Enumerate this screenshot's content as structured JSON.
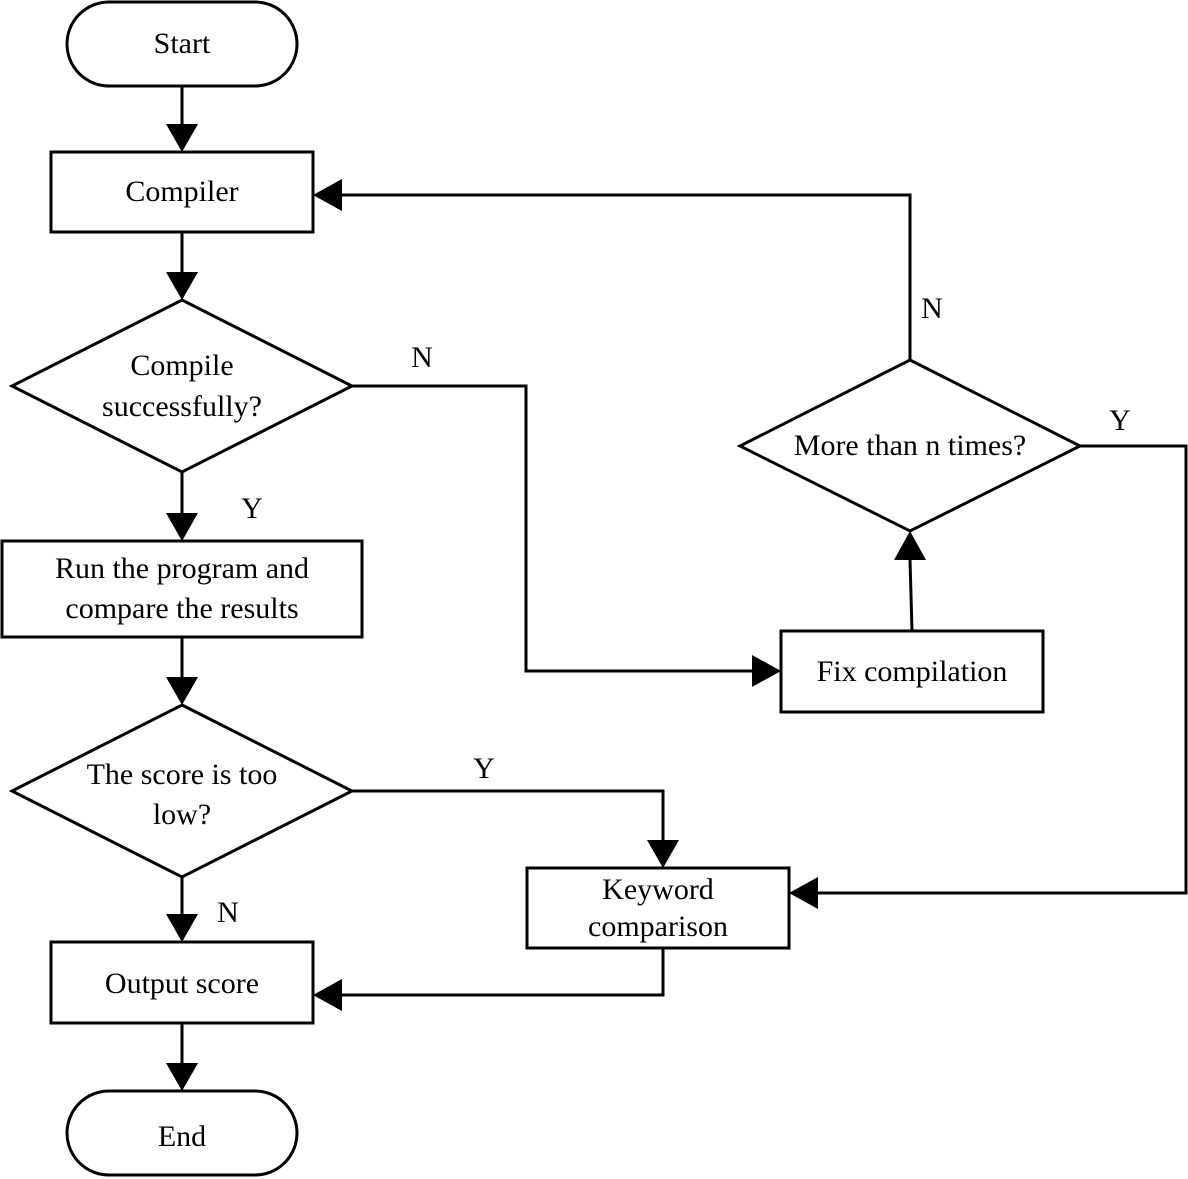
{
  "nodes": {
    "start": "Start",
    "compiler": "Compiler",
    "compile_check": [
      "Compile",
      "successfully?"
    ],
    "run_program": [
      "Run the program and",
      "compare the results"
    ],
    "score_check": [
      "The score is too",
      "low?"
    ],
    "output_score": "Output score",
    "end": "End",
    "more_than_n": "More than n times?",
    "fix_compilation": "Fix compilation",
    "keyword_comparison": [
      "Keyword",
      "comparison"
    ]
  },
  "edge_labels": {
    "compile_yes": "Y",
    "compile_no": "N",
    "score_yes": "Y",
    "score_no": "N",
    "more_yes": "Y",
    "more_no": "N"
  }
}
